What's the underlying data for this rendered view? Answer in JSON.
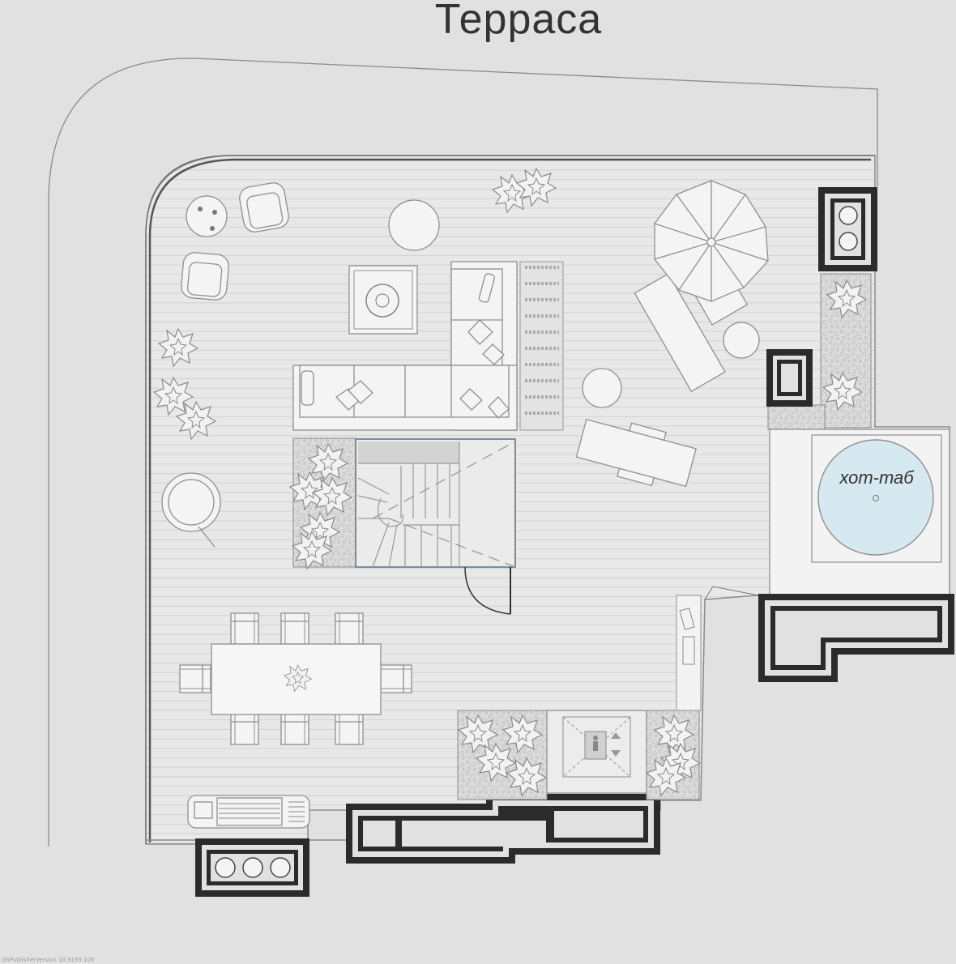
{
  "plan": {
    "title": "Террасa",
    "hottub_label": "хот-таб",
    "version_stamp": "GSPublisherVersion 10.9195.100"
  },
  "colors": {
    "background": "#e1e1e1",
    "deck": "#e8e8e8",
    "line": "#9a9a9a",
    "wall": "#2b2b2b",
    "water": "#d6e8f0",
    "gravel": "#d8d8d8"
  },
  "icons": [
    "umbrella-icon",
    "plant-icon",
    "lift-icon",
    "grill-icon",
    "planter-icon"
  ]
}
